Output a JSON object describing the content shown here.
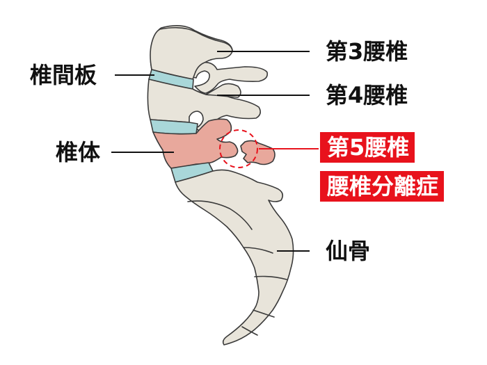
{
  "labels": {
    "l3": "第3腰椎",
    "l4": "第4腰椎",
    "disc": "椎間板",
    "body": "椎体",
    "l5": "第5腰椎",
    "spondylolysis": "腰椎分離症",
    "sacrum": "仙骨"
  },
  "colors": {
    "bone": "#e8e4da",
    "outline": "#3a3a3a",
    "disc": "#a9d7d9",
    "l5": "#e8a89c",
    "highlight": "#e8121c"
  }
}
